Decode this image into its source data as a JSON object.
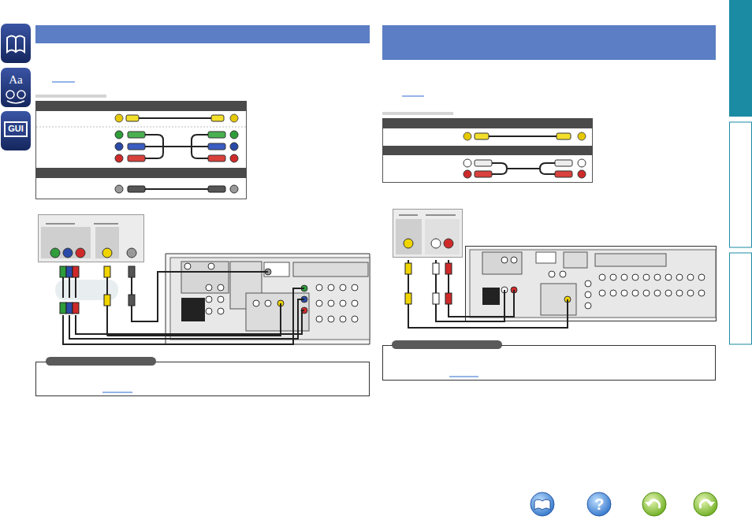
{
  "diagram": {
    "labels": [
      "Aa",
      "GUI",
      "?"
    ]
  }
}
